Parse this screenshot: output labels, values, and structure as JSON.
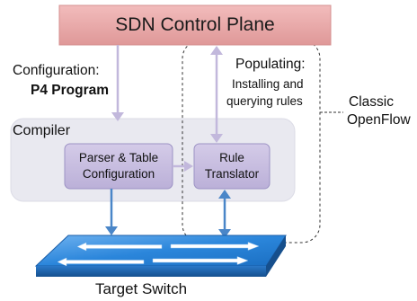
{
  "control_plane": {
    "label": "SDN Control Plane"
  },
  "configuration": {
    "line1": "Configuration:",
    "line2": "P4 Program"
  },
  "populating": {
    "line1": "Populating:",
    "line2": "Installing and",
    "line3": "querying rules"
  },
  "compiler": {
    "label": "Compiler",
    "parser_box": {
      "line1": "Parser & Table",
      "line2": "Configuration"
    },
    "rule_box": {
      "line1": "Rule",
      "line2": "Translator"
    }
  },
  "classic_openflow": {
    "line1": "Classic",
    "line2": "OpenFlow"
  },
  "target_switch": {
    "label": "Target Switch"
  },
  "colors": {
    "control_plane_fill": "#e8a4a4",
    "compiler_fill": "#e9e9f0",
    "box_fill": "#c7bde0",
    "internal_arrow": "#c2b8dc",
    "switch_arrow": "#4a86c8",
    "switch_top": "#2b86db",
    "switch_front": "#1a5ea8"
  },
  "icons": [
    "arrow-config-icon",
    "arrow-populating-icon",
    "arrow-parser-rule-icon",
    "arrow-parser-switch-icon",
    "arrow-rule-switch-icon",
    "switch-icon"
  ]
}
